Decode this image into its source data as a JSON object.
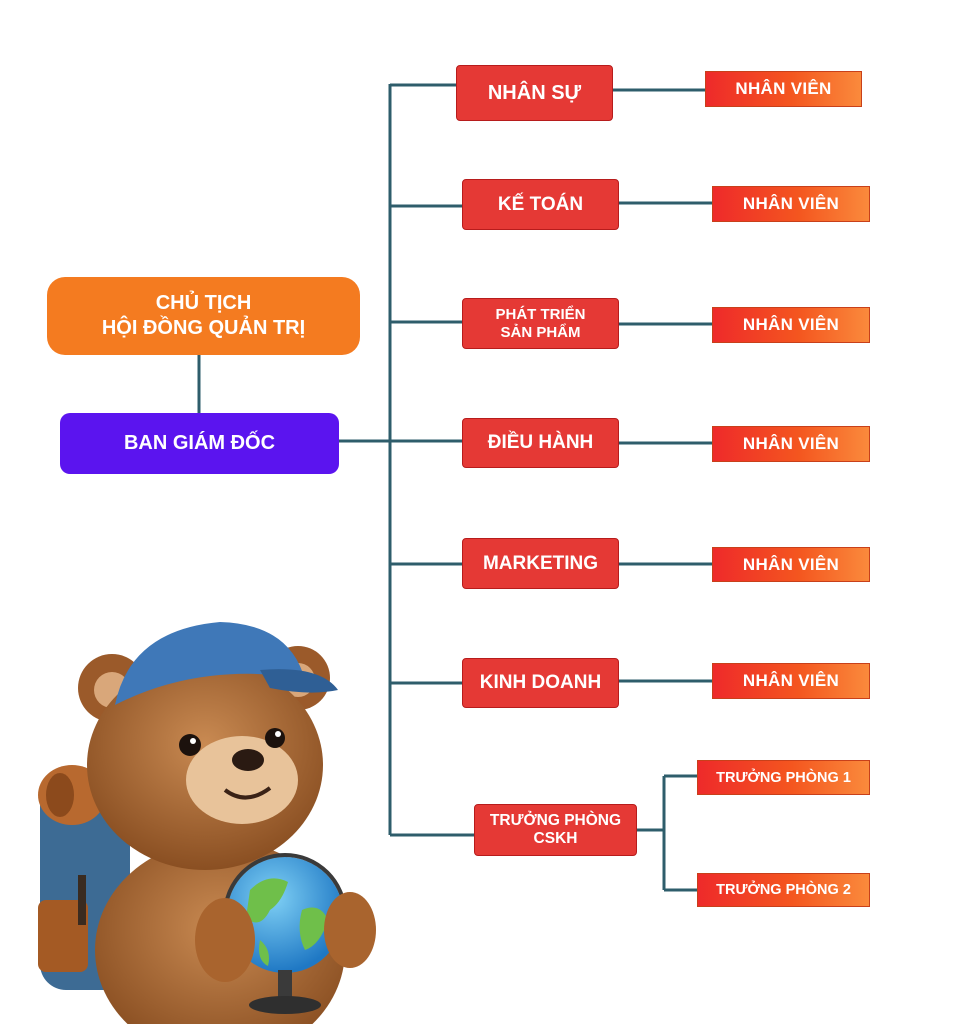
{
  "chart": {
    "chair_label": "CHỦ TỊCH\nHỘI ĐỒNG QUẢN TRỊ",
    "director_label": "BAN GIÁM ĐỐC",
    "departments": [
      {
        "label": "NHÂN SỰ",
        "staff": "NHÂN VIÊN"
      },
      {
        "label": "KẾ TOÁN",
        "staff": "NHÂN VIÊN"
      },
      {
        "label": "PHÁT TRIỂN\nSẢN PHẨM",
        "staff": "NHÂN VIÊN"
      },
      {
        "label": "ĐIỀU HÀNH",
        "staff": "NHÂN VIÊN"
      },
      {
        "label": "MARKETING",
        "staff": "NHÂN VIÊN"
      },
      {
        "label": "KINH DOANH",
        "staff": "NHÂN VIÊN"
      },
      {
        "label": "TRƯỞNG PHÒNG\nCSKH",
        "subs": [
          "TRƯỞNG PHÒNG 1",
          "TRƯỞNG PHÒNG 2"
        ]
      }
    ]
  },
  "colors": {
    "chair": "#f47b20",
    "director": "#5b14ef",
    "department": "#e53935",
    "connector": "#2e5d6b"
  },
  "illustration": {
    "subject": "teddy-bear-with-cap-backpack-globe"
  }
}
